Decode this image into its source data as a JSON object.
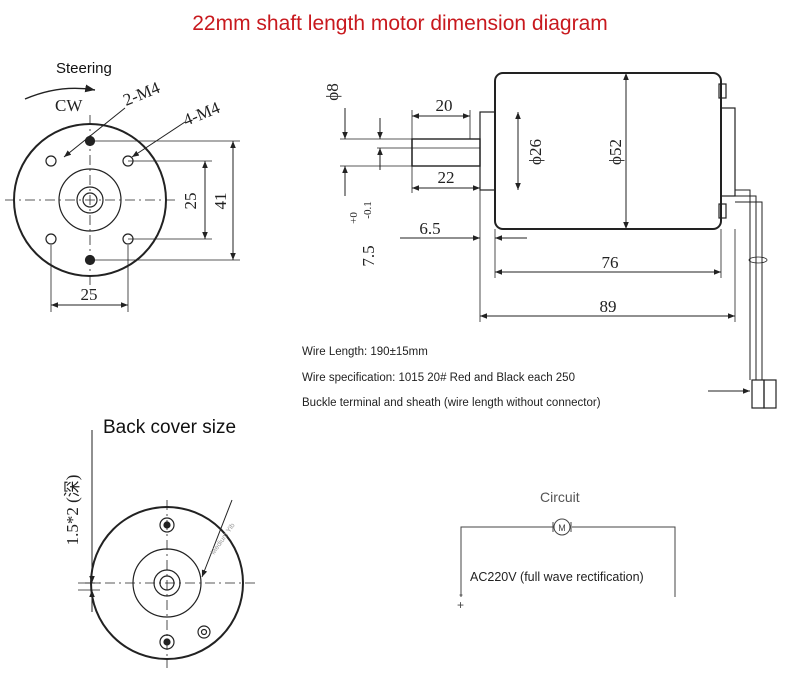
{
  "title": "22mm shaft length motor dimension diagram",
  "front_view": {
    "steering_label": "Steering",
    "rotation": "CW",
    "hole_a": "2-M4",
    "hole_b": "4-M4",
    "dim_vertical_inner": "25",
    "dim_vertical_outer": "41",
    "dim_horizontal": "25"
  },
  "side_view": {
    "shaft_diameter": "ϕ8",
    "shaft_tol_plus": "+0",
    "shaft_tol_minus": "-0.1",
    "flat_length": "20",
    "shaft_length": "22",
    "boss_diameter": "ϕ26",
    "body_diameter": "ϕ52",
    "boss_height": "6.5",
    "flat_depth": "7.5",
    "body_length": "76",
    "total_length": "89"
  },
  "specs": {
    "wire_length": "Wire Length: 190±15mm",
    "wire_spec": "Wire specification: 1015 20# Red and Black each 250",
    "terminal": "Buckle terminal and sheath (wire length without connector)"
  },
  "back_view": {
    "label": "Back cover size",
    "hole_depth": "1.5*2 (深)",
    "watermark": "Medium Yib"
  },
  "circuit": {
    "title": "Circuit",
    "motor_symbol": "M",
    "supply": "AC220V (full wave rectification)",
    "plus": "+",
    "minus": "-"
  }
}
